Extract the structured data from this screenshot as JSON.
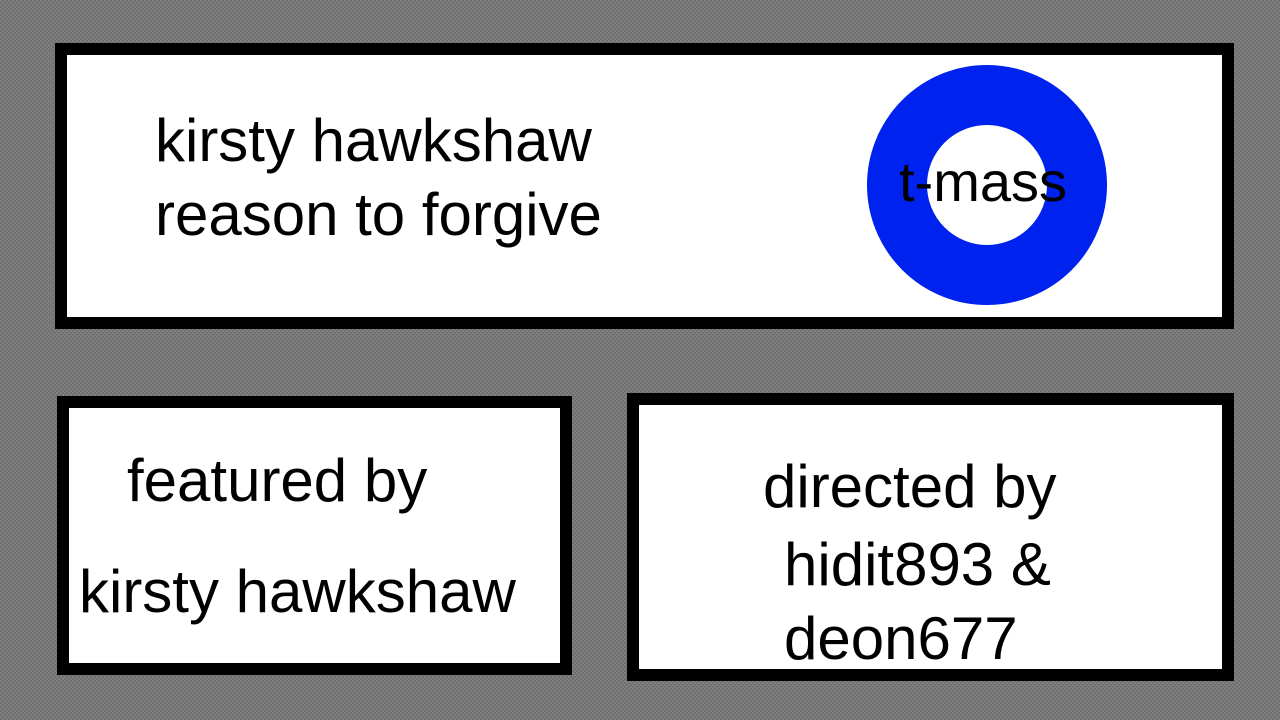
{
  "title_panel": {
    "artist": "kirsty hawkshaw",
    "track": "reason to forgive",
    "logo": {
      "text": "t-mass",
      "ring_color": "#0022ee"
    }
  },
  "featured_panel": {
    "label": "featured by",
    "name": "kirsty hawkshaw"
  },
  "directed_panel": {
    "label": "directed by",
    "line1": "hidit893 &",
    "line2": "deon677"
  },
  "colors": {
    "background": "#808080",
    "panel": "#ffffff",
    "border": "#000000",
    "text": "#000000"
  }
}
